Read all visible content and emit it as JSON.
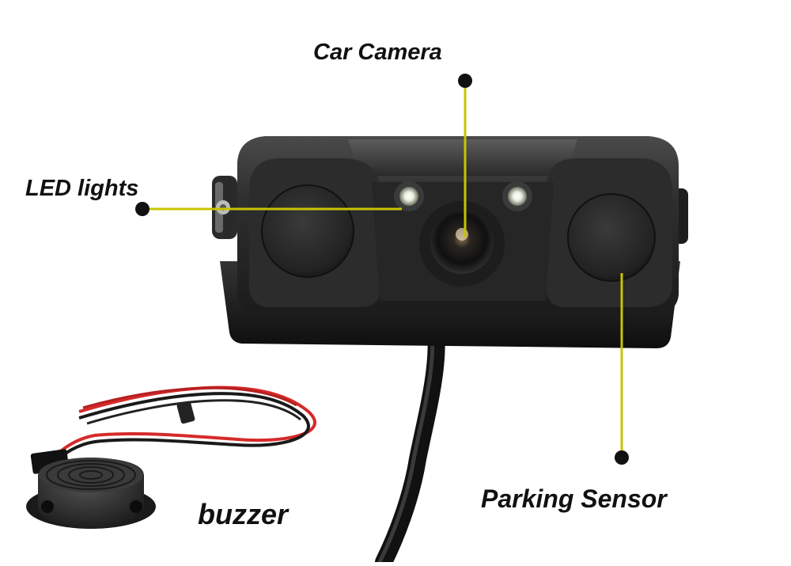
{
  "labels": {
    "car_camera": "Car Camera",
    "led_lights": "LED lights",
    "parking_sensor": "Parking Sensor",
    "buzzer": "buzzer"
  },
  "colors": {
    "background": "#ffffff",
    "callout_line": "#c8c400",
    "callout_dot": "#111111",
    "housing": "#2b2b2b",
    "wire_red": "#d62a2a",
    "wire_black": "#1a1a1a"
  },
  "icons": [
    "car-camera-photo",
    "buzzer-photo"
  ]
}
